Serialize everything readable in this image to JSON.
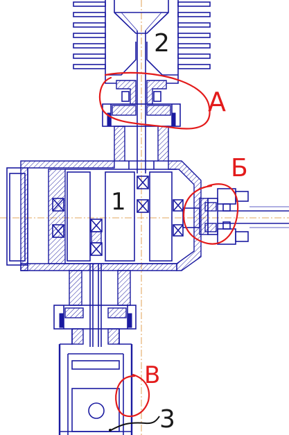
{
  "labels": {
    "part1": "1",
    "part2": "2",
    "part3": "3",
    "callout_a": "А",
    "callout_b": "Б",
    "callout_v": "В"
  },
  "colors": {
    "drawing_lines": "#1a1aa0",
    "axis_lines": "#d98a2b",
    "markup": "#e31b1b",
    "background": "#ffffff"
  }
}
